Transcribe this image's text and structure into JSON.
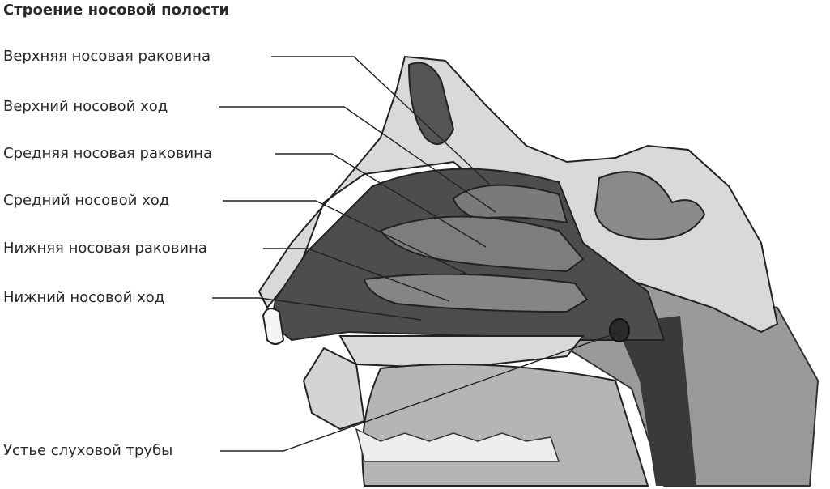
{
  "title": "Строение носовой полости",
  "labels": [
    "Верхняя носовая раковина",
    "Верхний носовой ход",
    "Средняя носовая раковина",
    "Средний носовой ход",
    "Нижняя носовая раковина",
    "Нижний носовой ход",
    "Устье слуховой трубы"
  ]
}
